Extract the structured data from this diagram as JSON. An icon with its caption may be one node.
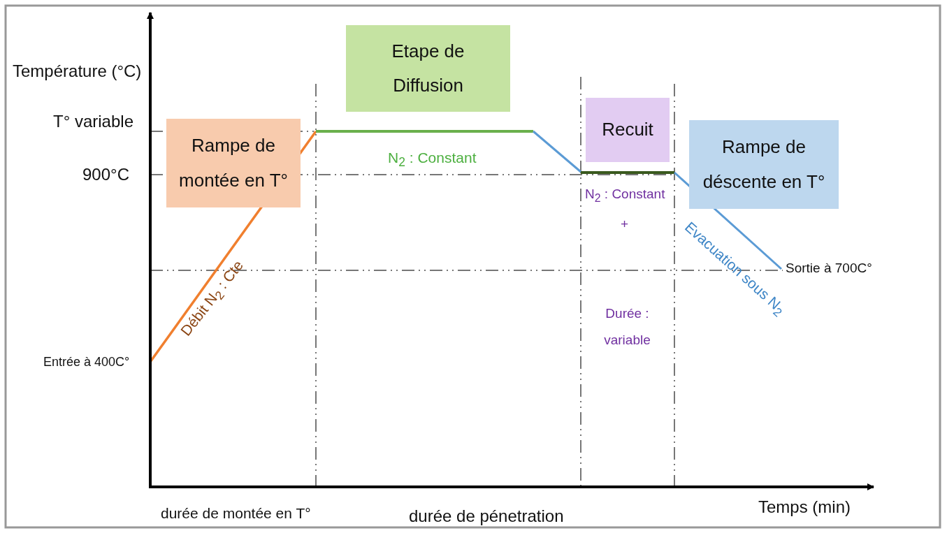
{
  "diagram": {
    "nodes": [
      {
        "text": [
          "Etape de Diffusion"
        ]
      },
      {
        "text": [
          "Rampe de montée en T°"
        ]
      },
      {
        "text": [
          "Recuit"
        ]
      },
      {
        "text": [
          "Rampe de déscente en T°"
        ]
      }
    ],
    "labels": [
      "Température (°C)",
      "T° variable",
      "900°C",
      "N$_{2}$ : Constant",
      "N$_{2}$ : Constant",
      "+",
      "Evacuation sous N$_{2}$",
      "Sortie à 700C°",
      "Débit N$_{2}$ : Cte",
      "Durée : variable",
      "Entrée à 400C°",
      "durée de montée en T°",
      "durée de pénetration",
      "Temps (min)"
    ]
  }
}
